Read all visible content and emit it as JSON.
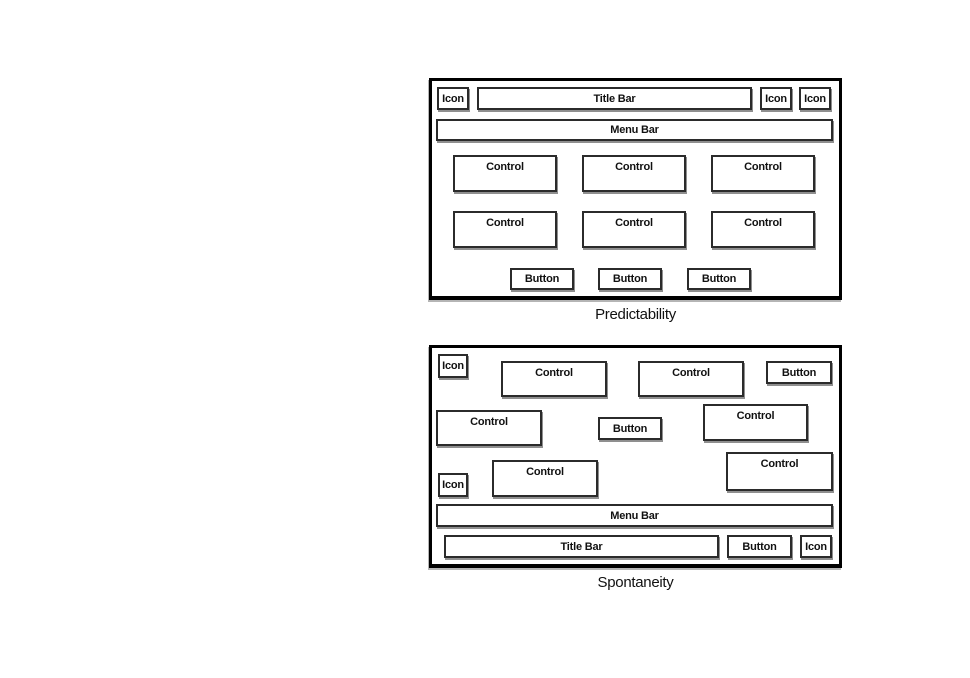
{
  "colors": {
    "ink": "#111111",
    "box_shadow": "#8f8f8f",
    "background": "#ffffff"
  },
  "panels": [
    {
      "caption": "Predictability",
      "boxes": [
        {
          "name": "icon-top-left",
          "label": "Icon"
        },
        {
          "name": "title-bar",
          "label": "Title Bar"
        },
        {
          "name": "icon-top-right-1",
          "label": "Icon"
        },
        {
          "name": "icon-top-right-2",
          "label": "Icon"
        },
        {
          "name": "menu-bar",
          "label": "Menu Bar"
        },
        {
          "name": "control-row1-left",
          "label": "Control"
        },
        {
          "name": "control-row1-center",
          "label": "Control"
        },
        {
          "name": "control-row1-right",
          "label": "Control"
        },
        {
          "name": "control-row2-left",
          "label": "Control"
        },
        {
          "name": "control-row2-center",
          "label": "Control"
        },
        {
          "name": "control-row2-right",
          "label": "Control"
        },
        {
          "name": "button-left",
          "label": "Button"
        },
        {
          "name": "button-center",
          "label": "Button"
        },
        {
          "name": "button-right",
          "label": "Button"
        }
      ]
    },
    {
      "caption": "Spontaneity",
      "boxes": [
        {
          "name": "icon-top-left",
          "label": "Icon"
        },
        {
          "name": "control-top-left",
          "label": "Control"
        },
        {
          "name": "control-top-right",
          "label": "Control"
        },
        {
          "name": "button-top-right",
          "label": "Button"
        },
        {
          "name": "control-mid-left",
          "label": "Control"
        },
        {
          "name": "button-mid-center",
          "label": "Button"
        },
        {
          "name": "control-mid-right",
          "label": "Control"
        },
        {
          "name": "icon-mid-left",
          "label": "Icon"
        },
        {
          "name": "control-lower-left",
          "label": "Control"
        },
        {
          "name": "control-lower-right",
          "label": "Control"
        },
        {
          "name": "menu-bar",
          "label": "Menu Bar"
        },
        {
          "name": "title-bar",
          "label": "Title Bar"
        },
        {
          "name": "button-bottom",
          "label": "Button"
        },
        {
          "name": "icon-bottom-right",
          "label": "Icon"
        }
      ]
    }
  ]
}
